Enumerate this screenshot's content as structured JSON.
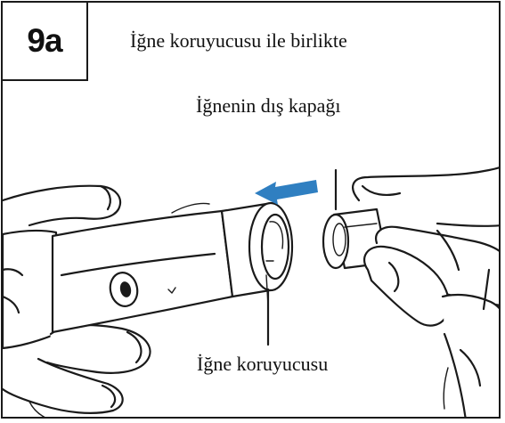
{
  "step": {
    "label": "9a"
  },
  "captions": {
    "top": "İğne koruyucusu ile birlikte",
    "middle": "İğnenin dış kapağı",
    "bottom": "İğne koruyucusu"
  },
  "icons": {
    "direction_arrow": "arrow-left-icon"
  },
  "colors": {
    "arrow": "#2f7fc1",
    "ink": "#1a1a1a",
    "background": "#ffffff"
  }
}
